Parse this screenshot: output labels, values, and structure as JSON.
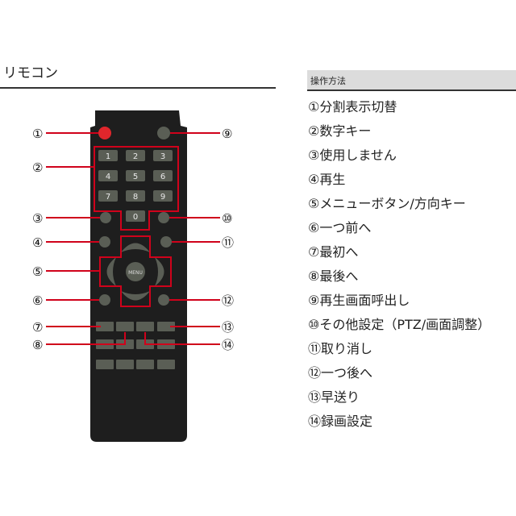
{
  "left_title": "リモコン",
  "right_header": "操作方法",
  "instructions": [
    "①分割表示切替",
    "②数字キー",
    "③使用しません",
    "④再生",
    "⑤メニューボタン/方向キー",
    "⑥一つ前へ",
    "⑦最初へ",
    "⑧最後へ",
    "⑨再生画面呼出し",
    "⑩その他設定（PTZ/画面調整）",
    "⑪取り消し",
    "⑫一つ後へ",
    "⑬早送り",
    "⑭録画設定"
  ],
  "callouts": {
    "c1": "①",
    "c2": "②",
    "c3": "③",
    "c4": "④",
    "c5": "⑤",
    "c6": "⑥",
    "c7": "⑦",
    "c8": "⑧",
    "c9": "⑨",
    "c10": "⑩",
    "c11": "⑪",
    "c12": "⑫",
    "c13": "⑬",
    "c14": "⑭"
  },
  "keypad": [
    "1",
    "2",
    "3",
    "4",
    "5",
    "6",
    "7",
    "8",
    "9",
    "0"
  ],
  "menu_label": "MENU",
  "colors": {
    "remote_body": "#1e1e1e",
    "button": "#5a5e55",
    "power": "#e0262c",
    "callout_line": "#d0021b"
  }
}
